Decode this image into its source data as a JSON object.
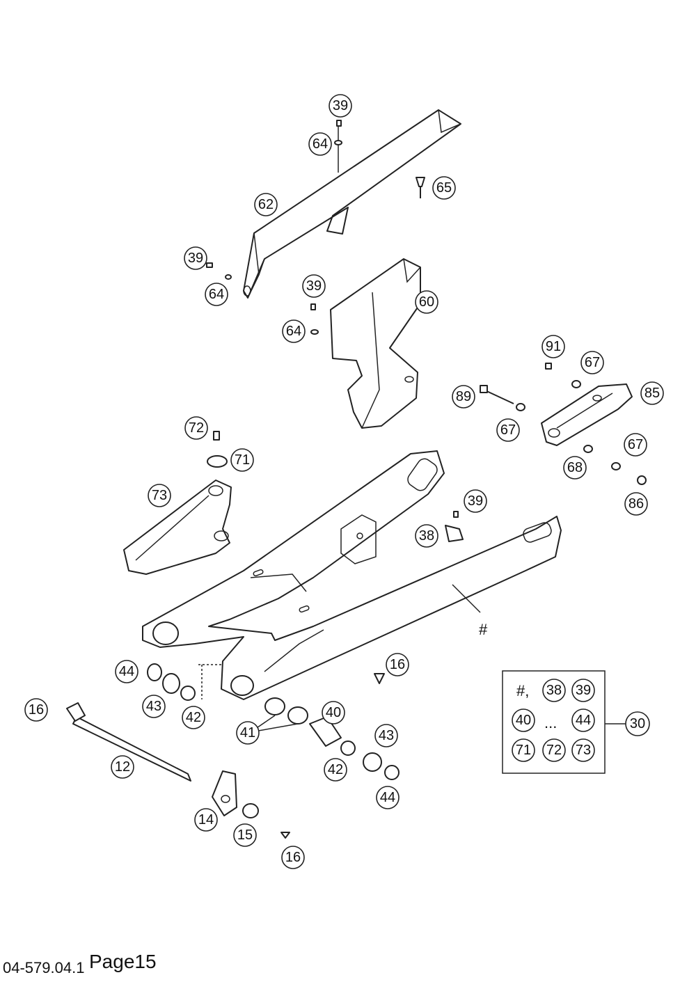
{
  "drawing_code": "04-579.04.1",
  "page_label": "Page15",
  "hash_marker": "#",
  "kit": {
    "label": "30",
    "members": [
      "#,",
      "38",
      "39",
      "40",
      "...",
      "44",
      "71",
      "72",
      "73"
    ]
  },
  "callouts": [
    {
      "id": "c39a",
      "label": "39"
    },
    {
      "id": "c64a",
      "label": "64"
    },
    {
      "id": "c65",
      "label": "65"
    },
    {
      "id": "c62",
      "label": "62"
    },
    {
      "id": "c39b",
      "label": "39"
    },
    {
      "id": "c64b",
      "label": "64"
    },
    {
      "id": "c39c",
      "label": "39"
    },
    {
      "id": "c60",
      "label": "60"
    },
    {
      "id": "c64c",
      "label": "64"
    },
    {
      "id": "c91",
      "label": "91"
    },
    {
      "id": "c67a",
      "label": "67"
    },
    {
      "id": "c89",
      "label": "89"
    },
    {
      "id": "c85",
      "label": "85"
    },
    {
      "id": "c67b",
      "label": "67"
    },
    {
      "id": "c67c",
      "label": "67"
    },
    {
      "id": "c68",
      "label": "68"
    },
    {
      "id": "c86",
      "label": "86"
    },
    {
      "id": "c72",
      "label": "72"
    },
    {
      "id": "c71",
      "label": "71"
    },
    {
      "id": "c73",
      "label": "73"
    },
    {
      "id": "c39d",
      "label": "39"
    },
    {
      "id": "c38",
      "label": "38"
    },
    {
      "id": "c16a",
      "label": "16"
    },
    {
      "id": "c44a",
      "label": "44"
    },
    {
      "id": "c43a",
      "label": "43"
    },
    {
      "id": "c42a",
      "label": "42"
    },
    {
      "id": "c16b",
      "label": "16"
    },
    {
      "id": "c40",
      "label": "40"
    },
    {
      "id": "c41",
      "label": "41"
    },
    {
      "id": "c43b",
      "label": "43"
    },
    {
      "id": "c42b",
      "label": "42"
    },
    {
      "id": "c44b",
      "label": "44"
    },
    {
      "id": "c12",
      "label": "12"
    },
    {
      "id": "c14",
      "label": "14"
    },
    {
      "id": "c15",
      "label": "15"
    },
    {
      "id": "c16c",
      "label": "16"
    }
  ]
}
